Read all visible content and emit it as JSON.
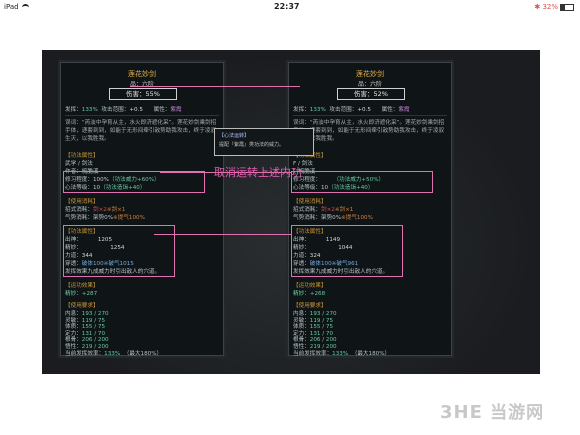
{
  "status": {
    "device": "iPad",
    "time": "22:37",
    "battery": "32%",
    "battery_level": 0.32
  },
  "left": {
    "title": "莲花妙剑",
    "rank": "品：六阶",
    "damage": "伤害：55%",
    "stat_line": {
      "k1": "发挥：",
      "v1": "133%",
      "k2": "攻击范围：",
      "v2": "+0.5",
      "k3": "属性：",
      "v3": "紫霞"
    },
    "desc": "误词：“芮淡中孕育从主，水火即济遮化采”。莲花妙剑乘剑招手体，递套到到，如能于无形间牵引敌势助我攻击，终于凌驭生灭，以我胜我。",
    "sec_info": "【功法属性】",
    "martial": "武学 / 剑法",
    "author": "作者：梳脆溪",
    "train": "修习程度：100%",
    "train_extra": "（功法威力+60%）",
    "heart": "心法等级：10",
    "heart_extra": "（功法造诣+40）",
    "sec_cost": "【使用消耗】",
    "cost1_k": "招式消耗：",
    "cost1_v": "剑×2",
    "cost1_v2": "※剑×1",
    "cost2_k": "气势消耗：",
    "cost2_v": "架势0%",
    "cost2_v2": "※提气100%",
    "sec_attr": "【功法属性】",
    "a1_k": "出神：",
    "a1_v": "1205",
    "a2_k": "精妙：",
    "a2_v": "1254",
    "a3_k": "力道：",
    "a3_v": "344",
    "a4_k": "穿透：",
    "a4_v": "破体100※破气1015",
    "a5": "发挥效果九成威力时引出敌人的穴道。",
    "sec_eff": "【运功效果】",
    "eff": "精妙：+287",
    "sec_req": "【使用要求】",
    "req": [
      {
        "k": "内息：",
        "v": "193 / 270"
      },
      {
        "k": "灵敏：",
        "v": "119 / 75"
      },
      {
        "k": "体质：",
        "v": "155 / 75"
      },
      {
        "k": "定力：",
        "v": "131 / 70"
      },
      {
        "k": "根骨：",
        "v": "206 / 200"
      },
      {
        "k": "悟性：",
        "v": "219 / 200"
      }
    ],
    "footer_k": "当前发挥效率：",
    "footer_v": "133%",
    "footer_max": "（最大180%）"
  },
  "right": {
    "title": "莲花妙剑",
    "rank": "品：六阶",
    "damage": "伤害：52%",
    "stat_line": {
      "k1": "发挥：",
      "v1": "133%",
      "k2": "攻击范围：",
      "v2": "+0.5",
      "k3": "属性：",
      "v3": "紫霞"
    },
    "desc": "误词：“芮淡中孕育从主，水火即济遮化采”。莲花妙剑乘剑招手体，递套到到，如能于无形间牵引敌势助我攻击，终于凌驭生灭，以我胜我。",
    "sec_info": "【功法属性】",
    "martial": "F / 剑法",
    "author": "：梳脆溪",
    "train": "修习程度：",
    "train_extra": "（功法威力+50%）",
    "heart": "心法等级：10",
    "heart_extra": "（功法造诣+40）",
    "sec_cost": "【使用消耗】",
    "cost1_k": "招式消耗：",
    "cost1_v": "剑×2",
    "cost1_v2": "※剑×1",
    "cost2_k": "气势消耗：",
    "cost2_v": "架势0%",
    "cost2_v2": "※提气100%",
    "sec_attr": "【功法属性】",
    "a1_k": "出神：",
    "a1_v": "1149",
    "a2_k": "精妙：",
    "a2_v": "1044",
    "a3_k": "力道：",
    "a3_v": "324",
    "a4_k": "穿透：",
    "a4_v": "破体100※破气961",
    "a5": "发挥效果九成威力时引出敌人的穴道。",
    "sec_eff": "【运功效果】",
    "eff": "精妙：+268",
    "sec_req": "【使用要求】",
    "req": [
      {
        "k": "内息：",
        "v": "193 / 270"
      },
      {
        "k": "灵敏：",
        "v": "119 / 75"
      },
      {
        "k": "体质：",
        "v": "155 / 75"
      },
      {
        "k": "定力：",
        "v": "131 / 70"
      },
      {
        "k": "根骨：",
        "v": "206 / 200"
      },
      {
        "k": "悟性：",
        "v": "219 / 200"
      }
    ],
    "footer_k": "当前发挥效率：",
    "footer_v": "133%",
    "footer_max": "（最大180%）"
  },
  "popup": {
    "title": "【心法运转】",
    "desc": "提配『紫霞』类功法的威力。"
  },
  "annotation": "取消运转上述内功",
  "watermark": {
    "a": "3HE",
    "b": "当游网"
  },
  "colors": {
    "accent_pink": "#e070b0",
    "title_gold": "#e2b04a",
    "panel_bg": "#0f1416"
  }
}
